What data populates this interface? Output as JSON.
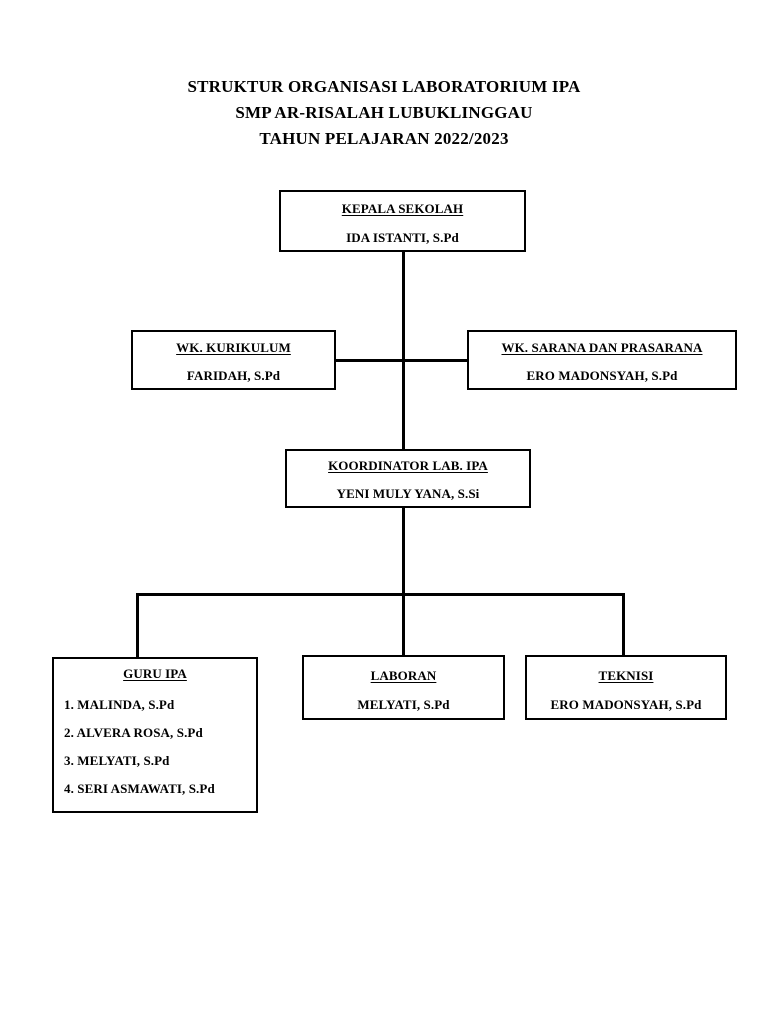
{
  "document": {
    "title_lines": [
      "STRUKTUR ORGANISASI LABORATORIUM IPA",
      "SMP AR-RISALAH LUBUKLINGGAU",
      "TAHUN PELAJARAN 2022/2023"
    ],
    "ink_color": "#000000",
    "background_color": "#ffffff"
  },
  "chart_data": {
    "type": "diagram",
    "diagram_kind": "organization-chart",
    "nodes": [
      {
        "id": "kepala-sekolah",
        "role": "KEPALA SEKOLAH ",
        "person": "IDA ISTANTI, S.Pd",
        "level": 1
      },
      {
        "id": "wk-kurikulum",
        "role": "WK. KURIKULUM",
        "person": "FARIDAH, S.Pd",
        "level": 2
      },
      {
        "id": "wk-sarana",
        "role": "WK. SARANA DAN PRASARANA",
        "person": "ERO MADONSYAH, S.Pd",
        "level": 2
      },
      {
        "id": "koordinator-lab",
        "role": "KOORDINATOR LAB. IPA",
        "person": "YENI MULY YANA, S.Si",
        "level": 3
      },
      {
        "id": "guru-ipa",
        "role": "GURU IPA",
        "members": [
          "1. MALINDA, S.Pd",
          "2. ALVERA ROSA, S.Pd",
          "3. MELYATI, S.Pd",
          "4. SERI ASMAWATI, S.Pd"
        ],
        "level": 4
      },
      {
        "id": "laboran",
        "role": "LABORAN",
        "person": "MELYATI, S.Pd",
        "level": 4
      },
      {
        "id": "teknisi",
        "role": "TEKNISI",
        "person": "ERO MADONSYAH, S.Pd",
        "level": 4
      }
    ],
    "edges": [
      {
        "from": "kepala-sekolah",
        "to": "wk-kurikulum"
      },
      {
        "from": "kepala-sekolah",
        "to": "wk-sarana"
      },
      {
        "from": "kepala-sekolah",
        "to": "koordinator-lab"
      },
      {
        "from": "koordinator-lab",
        "to": "guru-ipa"
      },
      {
        "from": "koordinator-lab",
        "to": "laboran"
      },
      {
        "from": "koordinator-lab",
        "to": "teknisi"
      }
    ]
  }
}
